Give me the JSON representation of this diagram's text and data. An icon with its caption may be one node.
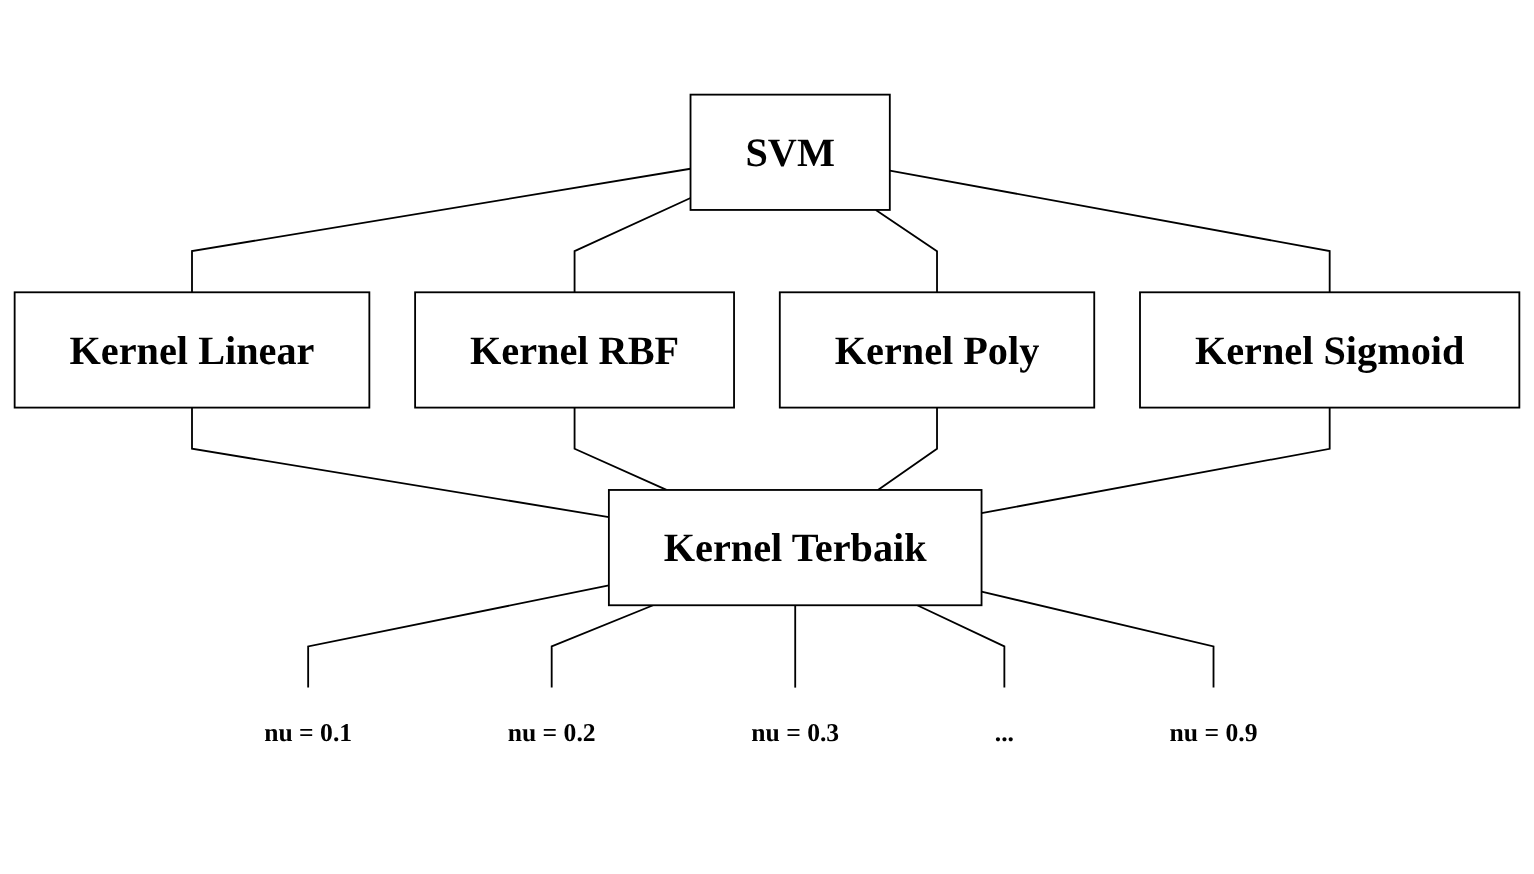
{
  "diagram": {
    "nodes": [
      {
        "text": [
          "SVM"
        ]
      },
      {
        "text": [
          "Kernel Linear"
        ]
      },
      {
        "text": [
          "Kernel RBF"
        ]
      },
      {
        "text": [
          "Kernel Poly"
        ]
      },
      {
        "text": [
          "Kernel Sigmoid"
        ]
      },
      {
        "text": [
          "Kernel Terbaik"
        ]
      },
      {
        "text": [
          "nu = 0.1"
        ]
      },
      {
        "text": [
          "nu = 0.2"
        ]
      },
      {
        "text": [
          "nu = 0.3"
        ]
      },
      {
        "text": [
          "..."
        ]
      },
      {
        "text": [
          "nu = 0.9"
        ]
      }
    ],
    "edges": [
      {
        "from": 0,
        "to": 1,
        "arrow": "none"
      },
      {
        "from": 0,
        "to": 2,
        "arrow": "none"
      },
      {
        "from": 0,
        "to": 3,
        "arrow": "none"
      },
      {
        "from": 0,
        "to": 4,
        "arrow": "none"
      },
      {
        "from": 1,
        "to": 5,
        "arrow": "none"
      },
      {
        "from": 2,
        "to": 5,
        "arrow": "none"
      },
      {
        "from": 3,
        "to": 5,
        "arrow": "none"
      },
      {
        "from": 4,
        "to": 5,
        "arrow": "none"
      },
      {
        "from": 5,
        "to": 6,
        "arrow": "none"
      },
      {
        "from": 5,
        "to": 7,
        "arrow": "none"
      },
      {
        "from": 5,
        "to": 8,
        "arrow": "none"
      },
      {
        "from": 5,
        "to": 9,
        "arrow": "none"
      },
      {
        "from": 5,
        "to": 10,
        "arrow": "none"
      }
    ]
  }
}
